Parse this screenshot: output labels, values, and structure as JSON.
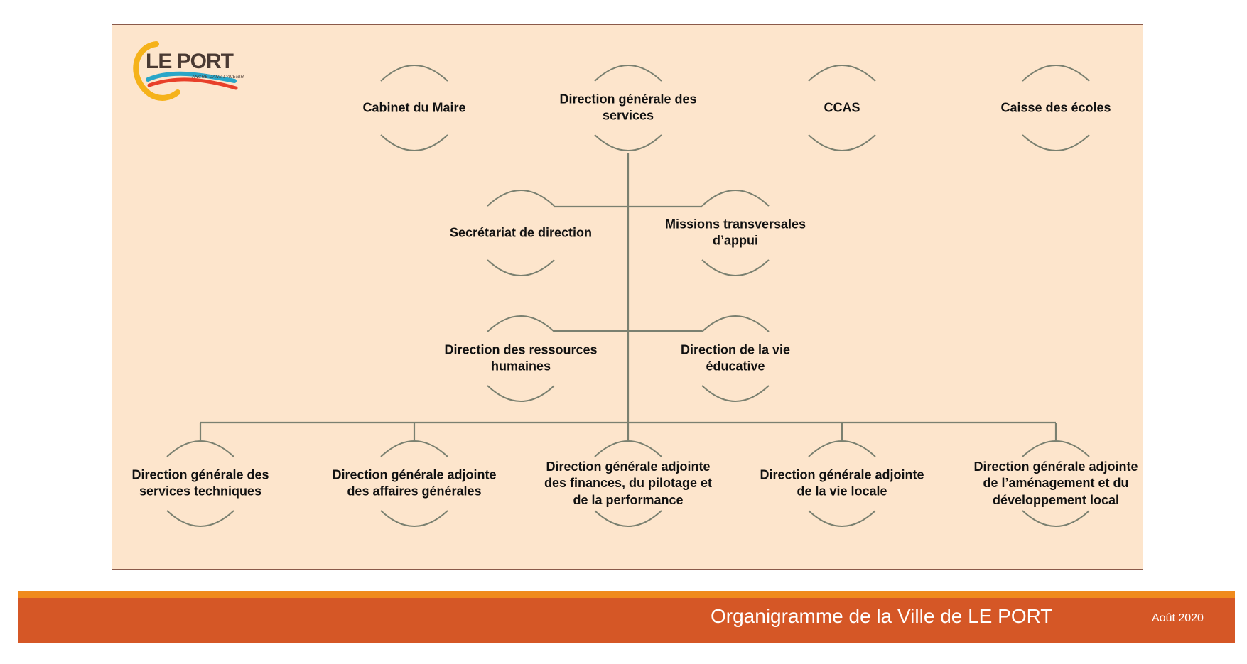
{
  "logo": {
    "text": "LE PORT",
    "tagline": "ANCRÉ DANS L'AVENIR"
  },
  "colors": {
    "panel": "#fde5cc",
    "border": "#8a5a4a",
    "line": "#7a8070",
    "footer": "#d55726",
    "footer_accent": "#f08a1c"
  },
  "nodes": [
    {
      "id": "cabinet",
      "label": "Cabinet du Maire"
    },
    {
      "id": "dgs",
      "label": "Direction générale des\nservices"
    },
    {
      "id": "ccas",
      "label": "CCAS"
    },
    {
      "id": "caisse",
      "label": "Caisse des écoles"
    },
    {
      "id": "secretariat",
      "label": "Secrétariat de direction"
    },
    {
      "id": "missions",
      "label": "Missions transversales\nd’appui"
    },
    {
      "id": "drh",
      "label": "Direction des ressources\nhumaines"
    },
    {
      "id": "dve",
      "label": "Direction de la vie\néducative"
    },
    {
      "id": "dgst",
      "label": "Direction générale des\nservices techniques"
    },
    {
      "id": "dgaag",
      "label": "Direction générale adjointe\ndes affaires générales"
    },
    {
      "id": "dgafp",
      "label": "Direction générale adjointe\ndes finances, du pilotage et\nde la performance"
    },
    {
      "id": "dgavl",
      "label": "Direction générale adjointe\nde la vie locale"
    },
    {
      "id": "dgaadl",
      "label": "Direction générale adjointe\nde l’aménagement et du\ndéveloppement local"
    }
  ],
  "footer": {
    "title": "Organigramme de la Ville de LE PORT",
    "date": "Août 2020"
  }
}
